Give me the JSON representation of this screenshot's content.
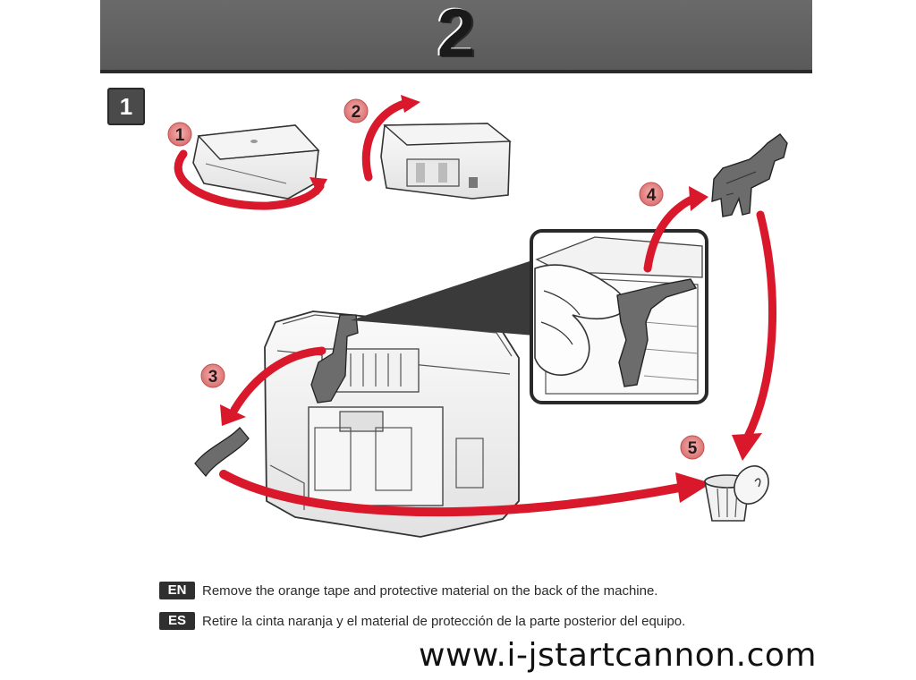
{
  "header": {
    "step_number": "2",
    "sub_step": "1"
  },
  "callouts": [
    "1",
    "2",
    "3",
    "4",
    "5"
  ],
  "instructions": [
    {
      "lang": "EN",
      "text": "Remove the orange tape and protective material on the back of the machine."
    },
    {
      "lang": "ES",
      "text": "Retire la cinta naranja y el material de protección de la parte posterior del equipo."
    }
  ],
  "watermark": "www.i-jstartcannon.com",
  "colors": {
    "banner": "#5f5f5f",
    "arrow": "#d9182b",
    "callout_fill": "#f0a0a0",
    "badge": "#4a4a4a"
  },
  "icons": [
    "printer-front",
    "printer-back",
    "printer-rear-large",
    "protective-material",
    "tape-strip",
    "trash-bin",
    "hand"
  ]
}
